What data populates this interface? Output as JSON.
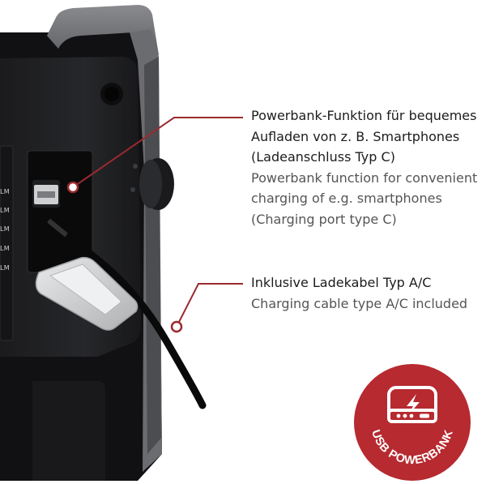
{
  "callouts": [
    {
      "de_lines": [
        "Powerbank-Funktion für bequemes",
        "Aufladen von z. B. Smartphones",
        "(Ladeanschluss Typ C)"
      ],
      "en_lines": [
        "Powerbank function for convenient",
        "charging of e.g. smartphones",
        "(Charging port type C)"
      ]
    },
    {
      "de_lines": [
        "Inklusive Ladekabel Typ A/C"
      ],
      "en_lines": [
        "Charging cable type A/C included"
      ]
    }
  ],
  "badge": {
    "text": "USB POWERBANK",
    "icon": "battery-lightning-icon"
  },
  "device": {
    "scale_labels": [
      "LM",
      "LM",
      "LM",
      "LM",
      "LM"
    ]
  },
  "colors": {
    "accent": "#a8262c",
    "badge_bg": "#b62a30",
    "leader_line": "#9b2a2f",
    "heading_text": "#1c1c1c",
    "sub_text": "#555555"
  }
}
